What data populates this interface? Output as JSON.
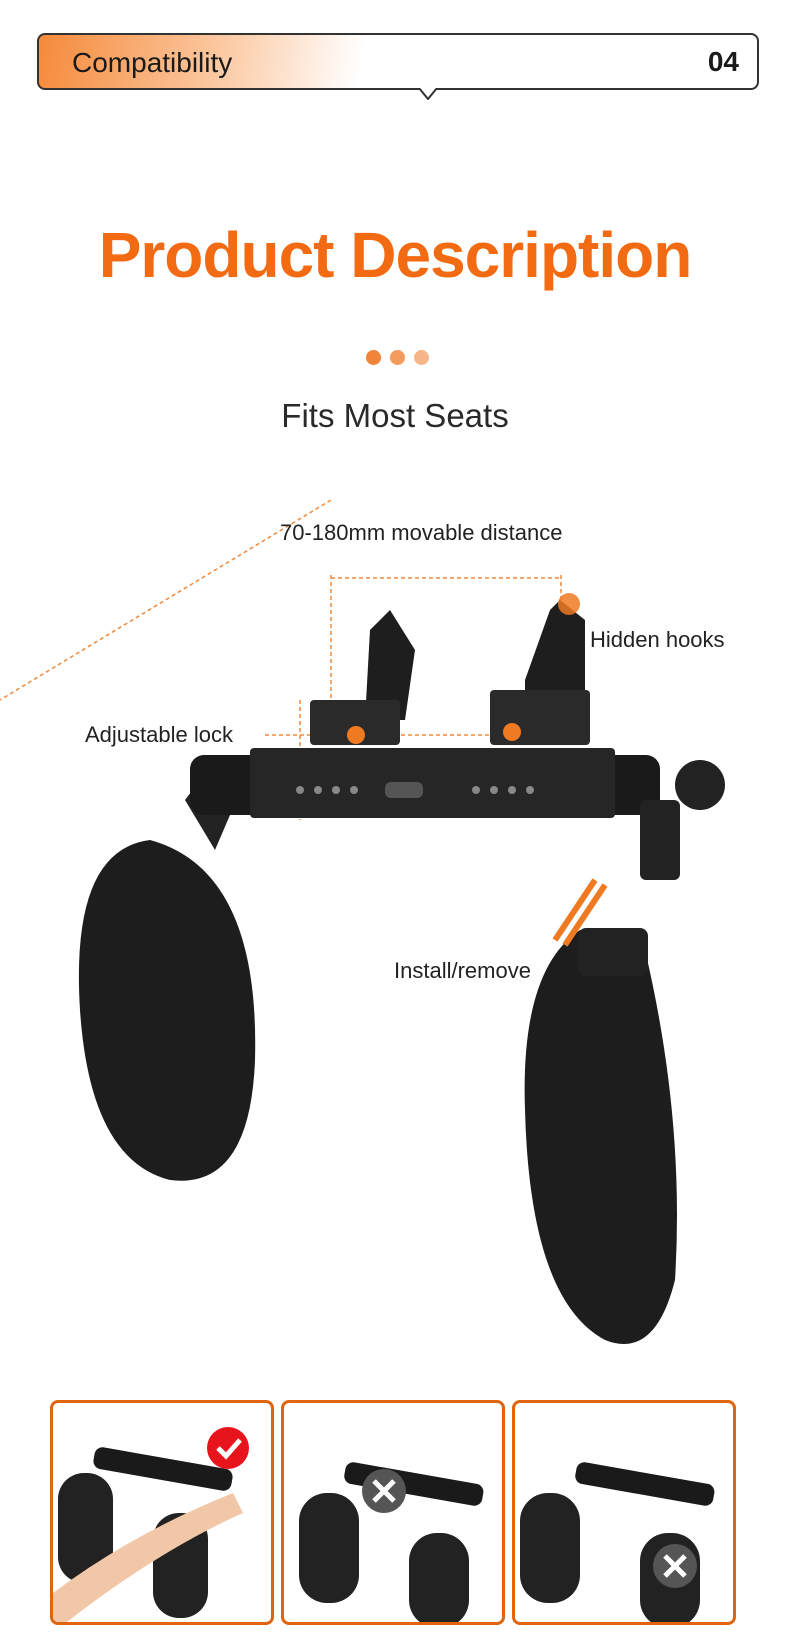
{
  "banner": {
    "title": "Compatibility",
    "number": "04"
  },
  "page_title": "Product Description",
  "dots_colors": [
    "#f2833a",
    "#f49a5a",
    "#f7b58a"
  ],
  "subtitle": "Fits Most Seats",
  "callouts": {
    "distance": "70-180mm movable distance",
    "hooks": "Hidden hooks",
    "lock": "Adjustable lock",
    "install": "Install/remove"
  },
  "accent": "#f26b12",
  "usage_panels": [
    {
      "status": "correct",
      "icon": "check-icon",
      "badge_color": "#e8141c"
    },
    {
      "status": "incorrect",
      "icon": "cross-icon",
      "badge_color": "#555555"
    },
    {
      "status": "incorrect",
      "icon": "cross-icon",
      "badge_color": "#555555"
    }
  ]
}
